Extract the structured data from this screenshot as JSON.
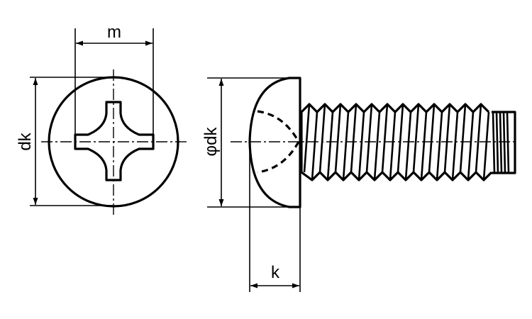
{
  "labels": {
    "m": "m",
    "dk": "dk",
    "phi_dk": "φdk",
    "k": "k"
  },
  "thread": {
    "pitch_count": 12
  }
}
